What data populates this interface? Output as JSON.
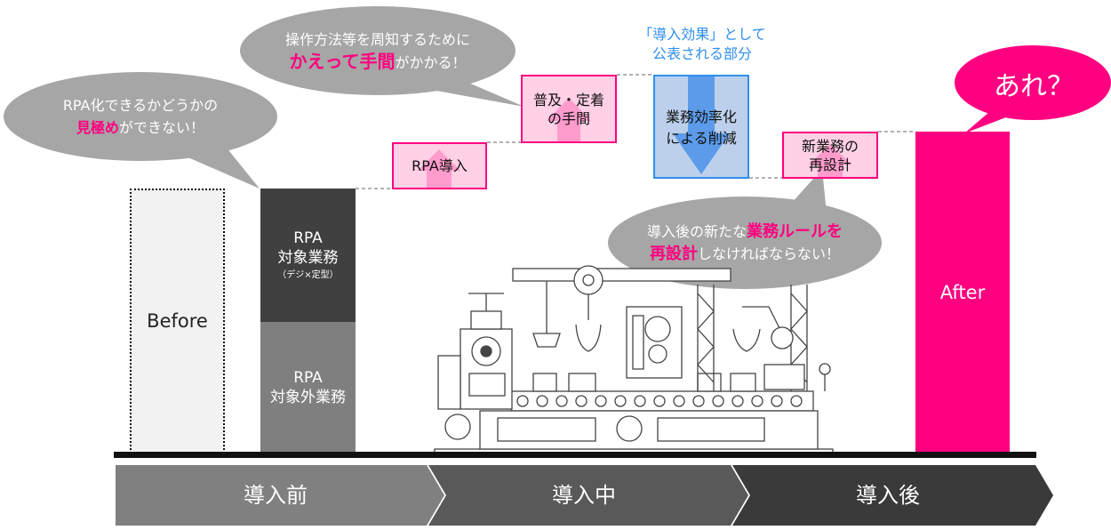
{
  "bars": {
    "before": "Before",
    "rpa_target": [
      "RPA",
      "対象業務",
      "（デジ×定型）"
    ],
    "rpa_non_target": [
      "RPA",
      "対象外業務"
    ],
    "after": "After"
  },
  "steps": {
    "rpa_intro": "RPA導入",
    "adoption": [
      "普及・定着",
      "の手間"
    ],
    "efficiency": [
      "業務効率化",
      "による削減"
    ],
    "redesign": [
      "新業務の",
      "再設計"
    ]
  },
  "note": [
    "「導入効果」として",
    "公表される部分"
  ],
  "bubbles": {
    "left": {
      "line1": "RPA化できるかどうかの",
      "line2_em": "見極め",
      "line2_rest": "ができない！"
    },
    "top": {
      "line1": "操作方法等を周知するために",
      "line2_em": "かえって手間",
      "line2_rest": "がかかる！"
    },
    "bottom": {
      "line1_pre": "導入後の新たな",
      "line1_em": "業務ルールを",
      "line2_em": "再設計",
      "line2_rest": "しなければならない！"
    },
    "are": "あれ？"
  },
  "phases": [
    "導入前",
    "導入中",
    "導入後"
  ],
  "colors": {
    "accent": "#ff0080",
    "blue": "#2f8ff0",
    "dark_bar": "#404040",
    "gray_bar": "#7f7f7f"
  }
}
